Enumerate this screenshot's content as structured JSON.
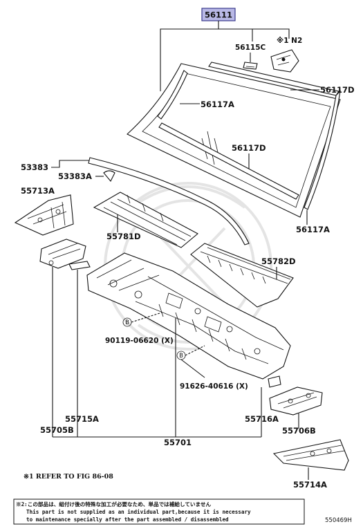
{
  "main_part": "56111",
  "parts": {
    "p56115C": "56115C",
    "refN2": "※1 N2",
    "p56117D_top": "56117D",
    "p56117A_top": "56117A",
    "p56117D_mid": "56117D",
    "p56117A_right": "56117A",
    "p53383": "53383",
    "p53383A": "53383A",
    "p55713A": "55713A",
    "p55781D": "55781D",
    "p55782D": "55782D",
    "bolt_b1": "90119-06620 (X)",
    "bolt_b2": "91626-40616 (X)",
    "p55715A": "55715A",
    "p55705B": "55705B",
    "p55701": "55701",
    "p55716A": "55716A",
    "p55706B": "55706B",
    "p55714A": "55714A"
  },
  "callout_letter": "B",
  "refer_note": "※1  REFER TO FIG 86-08",
  "notes": {
    "line1": "※2:この部品は、組付け後の特殊な加工が必要なため、単品では補給していません",
    "line2": "This part is not supplied as an individual part,because it is necessary",
    "line3": "to maintenance specially after the part assembled / disassembled"
  },
  "figure_code": "550469H",
  "colors": {
    "highlight_fill": "#b9b9e6",
    "highlight_stroke": "#3a3a8c",
    "line": "#111111",
    "watermark": "#e4e4e4"
  }
}
